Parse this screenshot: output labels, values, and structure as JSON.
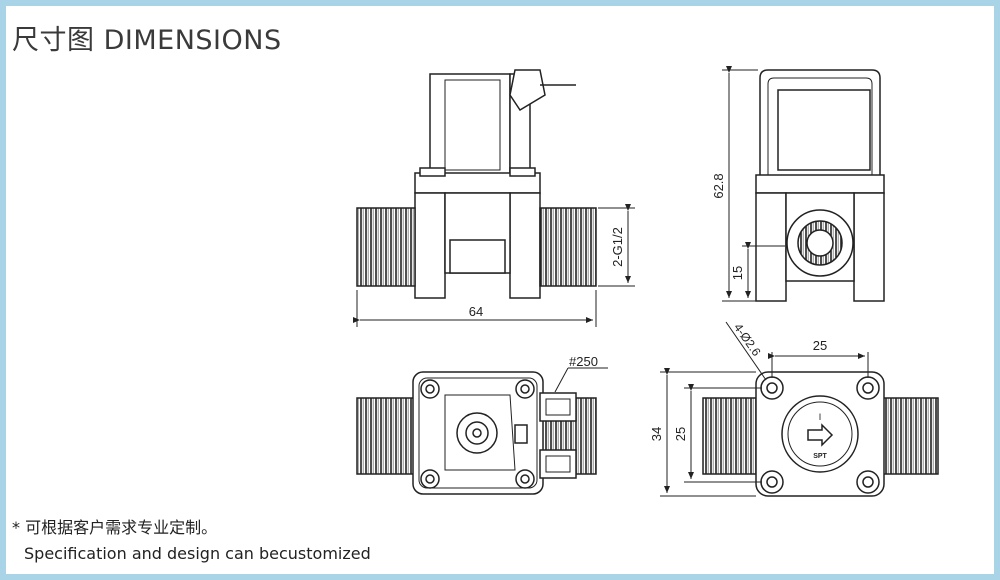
{
  "title": "尺寸图 DIMENSIONS",
  "dimensions": {
    "front_width": "64",
    "thread": "2-G1/2",
    "side_height": "62.8",
    "side_base": "15",
    "holes": "4-Ø2.6",
    "hole_spacing_x": "25",
    "total_depth": "34",
    "hole_spacing_y": "25",
    "terminal": "#250"
  },
  "body_marks": {
    "flow_mark": "I",
    "brand_mark": "SPT"
  },
  "notes": {
    "chinese": "* 可根据客户需求专业定制。",
    "english": "Specification and design can becustomized"
  }
}
